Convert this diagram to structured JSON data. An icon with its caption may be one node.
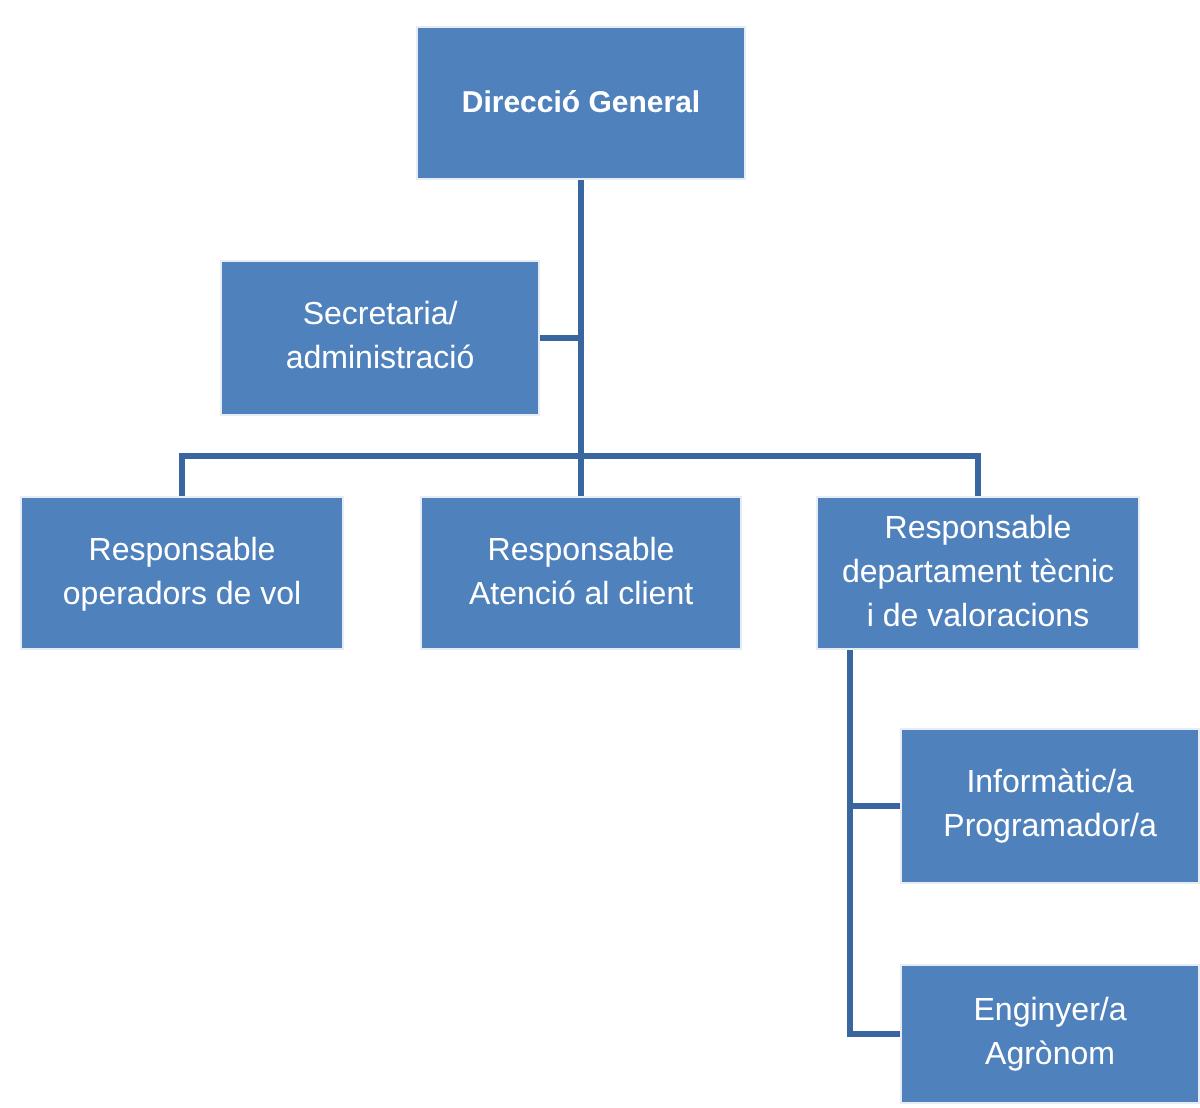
{
  "diagram": {
    "nodes": [
      {
        "text": [
          "Direcció General"
        ]
      },
      {
        "text": [
          "Secretaria/ administració"
        ]
      },
      {
        "text": [
          "Responsable operadors de vol"
        ]
      },
      {
        "text": [
          "Responsable Atenció al client"
        ]
      },
      {
        "text": [
          "Responsable departament tècnic i de valoracions"
        ]
      },
      {
        "text": [
          "Informàtic/a Programador/a"
        ]
      },
      {
        "text": [
          "Enginyer/a Agrònom"
        ]
      }
    ],
    "edges": [
      {
        "from": 0,
        "to": 1,
        "arrow": "none"
      },
      {
        "from": 0,
        "to": 2,
        "arrow": "none"
      },
      {
        "from": 0,
        "to": 3,
        "arrow": "none"
      },
      {
        "from": 0,
        "to": 4,
        "arrow": "none"
      },
      {
        "from": 4,
        "to": 5,
        "arrow": "none"
      },
      {
        "from": 4,
        "to": 6,
        "arrow": "none"
      }
    ]
  }
}
